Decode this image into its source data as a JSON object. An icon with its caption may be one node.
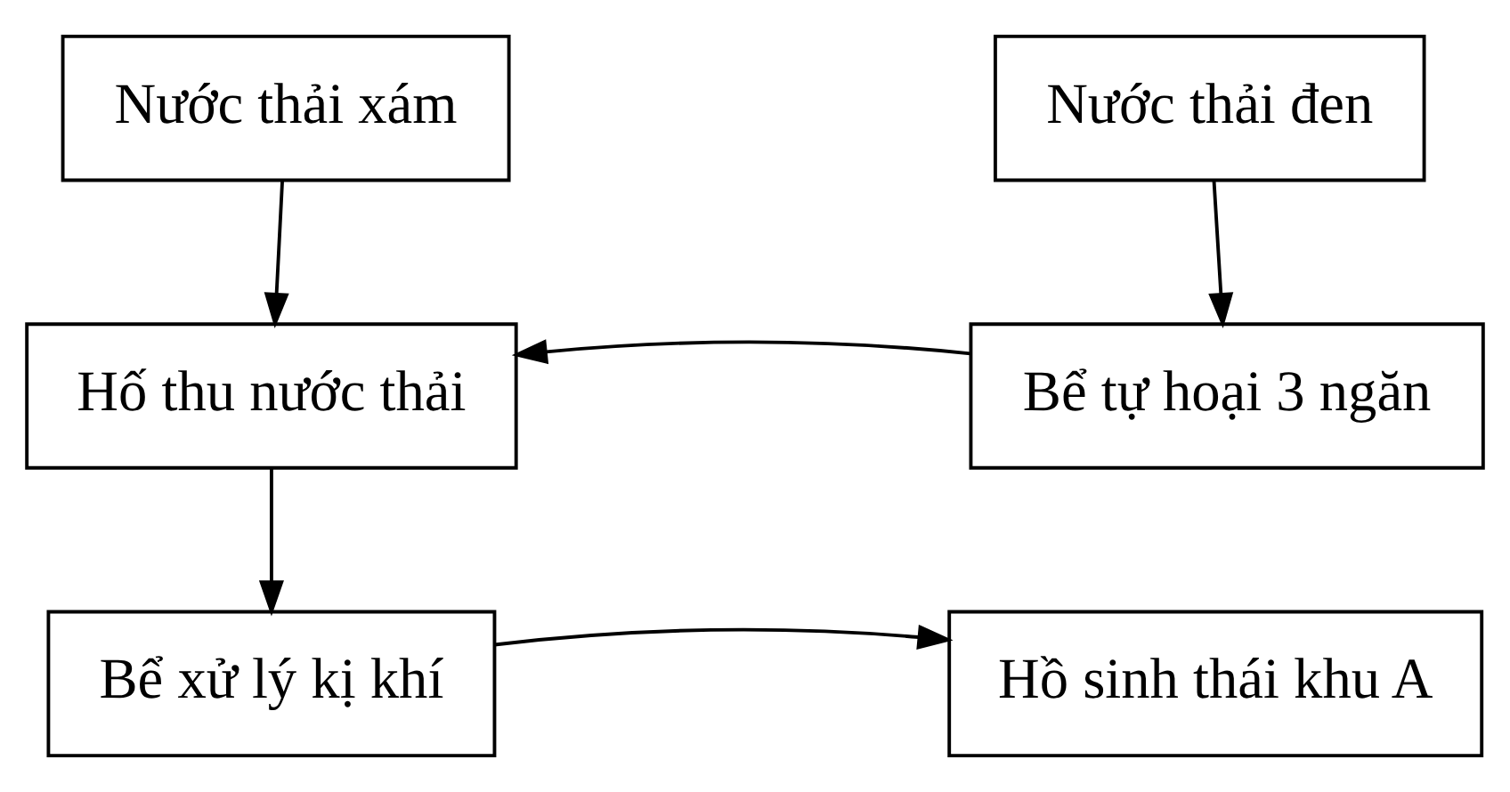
{
  "diagram": {
    "nodes": [
      {
        "text": [
          "Nước thải xám"
        ]
      },
      {
        "text": [
          "Nước thải đen"
        ]
      },
      {
        "text": [
          "Hố thu nước thải"
        ]
      },
      {
        "text": [
          "Bể tự hoại 3 ngăn"
        ]
      },
      {
        "text": [
          "Bể xử lý kị khí"
        ]
      },
      {
        "text": [
          "Hồ sinh thái khu A"
        ]
      }
    ],
    "edges": [
      {
        "from": 0,
        "to": 2,
        "arrow": "to"
      },
      {
        "from": 1,
        "to": 3,
        "arrow": "to"
      },
      {
        "from": 3,
        "to": 2,
        "arrow": "to"
      },
      {
        "from": 2,
        "to": 4,
        "arrow": "to"
      },
      {
        "from": 4,
        "to": 5,
        "arrow": "to"
      }
    ]
  }
}
